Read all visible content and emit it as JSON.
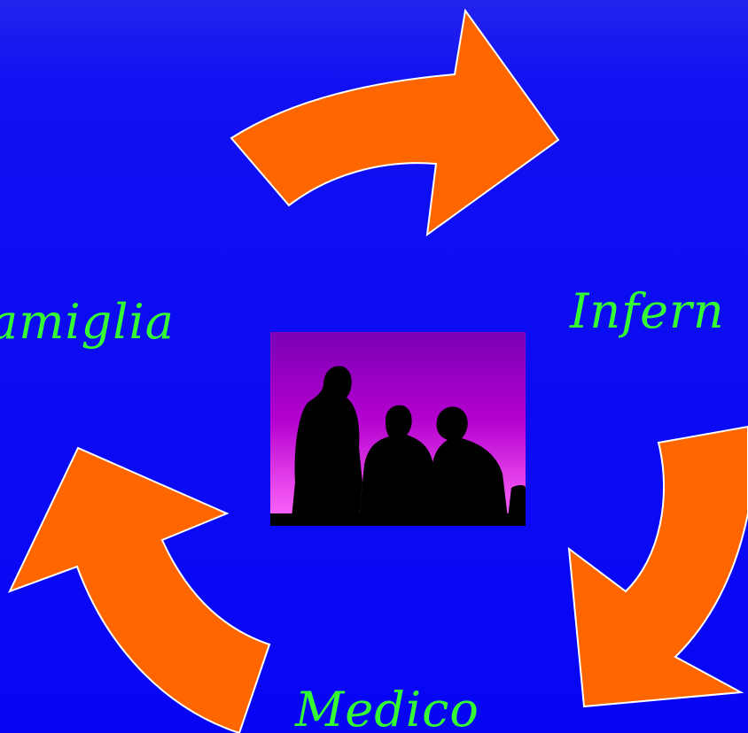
{
  "labels": {
    "left": "amiglia",
    "right": "Infern",
    "bottom": "Medico"
  },
  "colors": {
    "background": "#0606f4",
    "arrow_fill": "#ff6600",
    "arrow_stroke": "#ffffff",
    "label_text": "#33ff33",
    "photo_top": "#7a00b4",
    "photo_bottom": "#ff6cff",
    "silhouette": "#000000"
  },
  "icons": {
    "top_arrow": "curved-arrow-right-icon",
    "right_arrow": "curved-arrow-down-left-icon",
    "left_arrow": "curved-arrow-up-left-icon",
    "center_image": "people-silhouette-image"
  }
}
